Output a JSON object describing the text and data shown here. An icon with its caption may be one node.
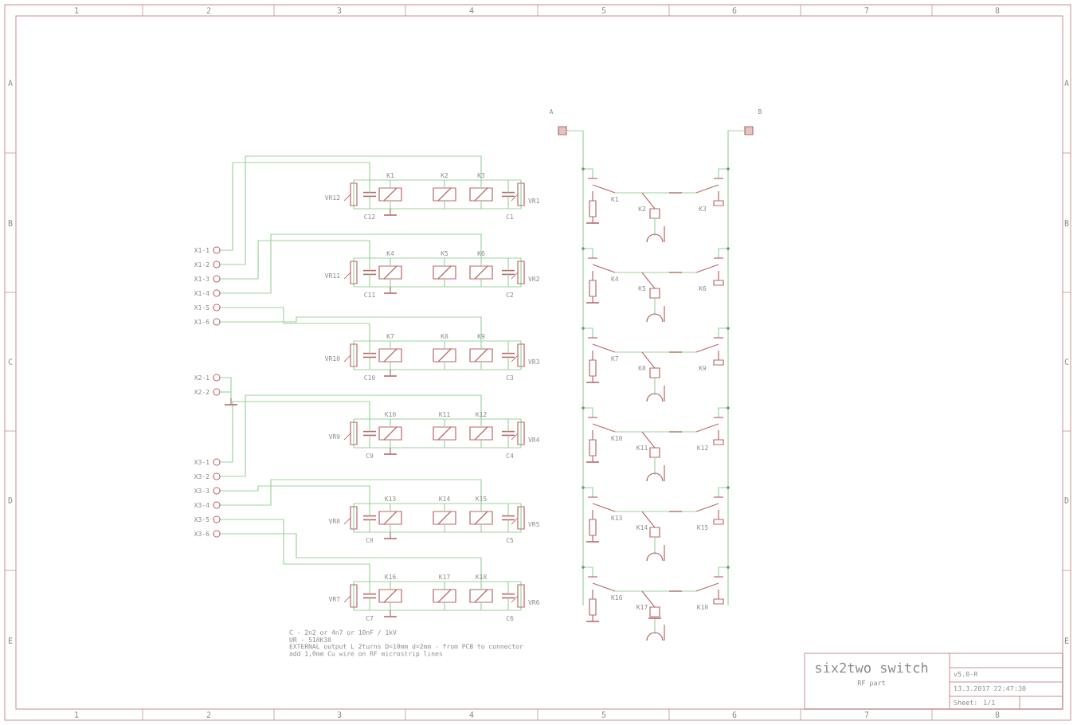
{
  "diagram": {
    "title": "six2two switch",
    "labels": [
      "1",
      "2",
      "3",
      "4",
      "5",
      "6",
      "7",
      "8",
      "1",
      "2",
      "3",
      "4",
      "5",
      "6",
      "7",
      "8",
      "A",
      "B",
      "C",
      "D",
      "E",
      "A",
      "B",
      "C",
      "D",
      "E",
      "A",
      "B",
      "X1-1",
      "X1-2",
      "X1-3",
      "X1-4",
      "X1-5",
      "X1-6",
      "X2-1",
      "X2-2",
      "X3-1",
      "X3-2",
      "X3-3",
      "X3-4",
      "X3-5",
      "X3-6",
      "VR12",
      "C12",
      "K1",
      "K2",
      "K3",
      "C1",
      "VR1",
      "VR11",
      "C11",
      "K4",
      "K5",
      "K6",
      "C2",
      "VR2",
      "VR10",
      "C10",
      "K7",
      "K8",
      "K9",
      "C3",
      "VR3",
      "VR9",
      "C9",
      "K10",
      "K11",
      "K12",
      "C4",
      "VR4",
      "VR8",
      "C8",
      "K13",
      "K14",
      "K15",
      "C5",
      "VR5",
      "VR7",
      "C7",
      "K16",
      "K17",
      "K18",
      "C6",
      "VR6",
      "K1",
      "K2",
      "K3",
      "K4",
      "K5",
      "K6",
      "K7",
      "K8",
      "K9",
      "K10",
      "K11",
      "K12",
      "K13",
      "K14",
      "K15",
      "K16",
      "K17",
      "K18",
      "C - 2n2 or 4n7 or 10nF / 1kV",
      "UR - 518K38",
      "EXTERNAL output L 2turns D=10mm d=2mm - from PCB to connector",
      "add 1,0mm Cu wire on RF microstrip lines",
      "RF part",
      "v5.0-R",
      "13.3.2017 22:47:30",
      "Sheet: 1/1"
    ]
  }
}
